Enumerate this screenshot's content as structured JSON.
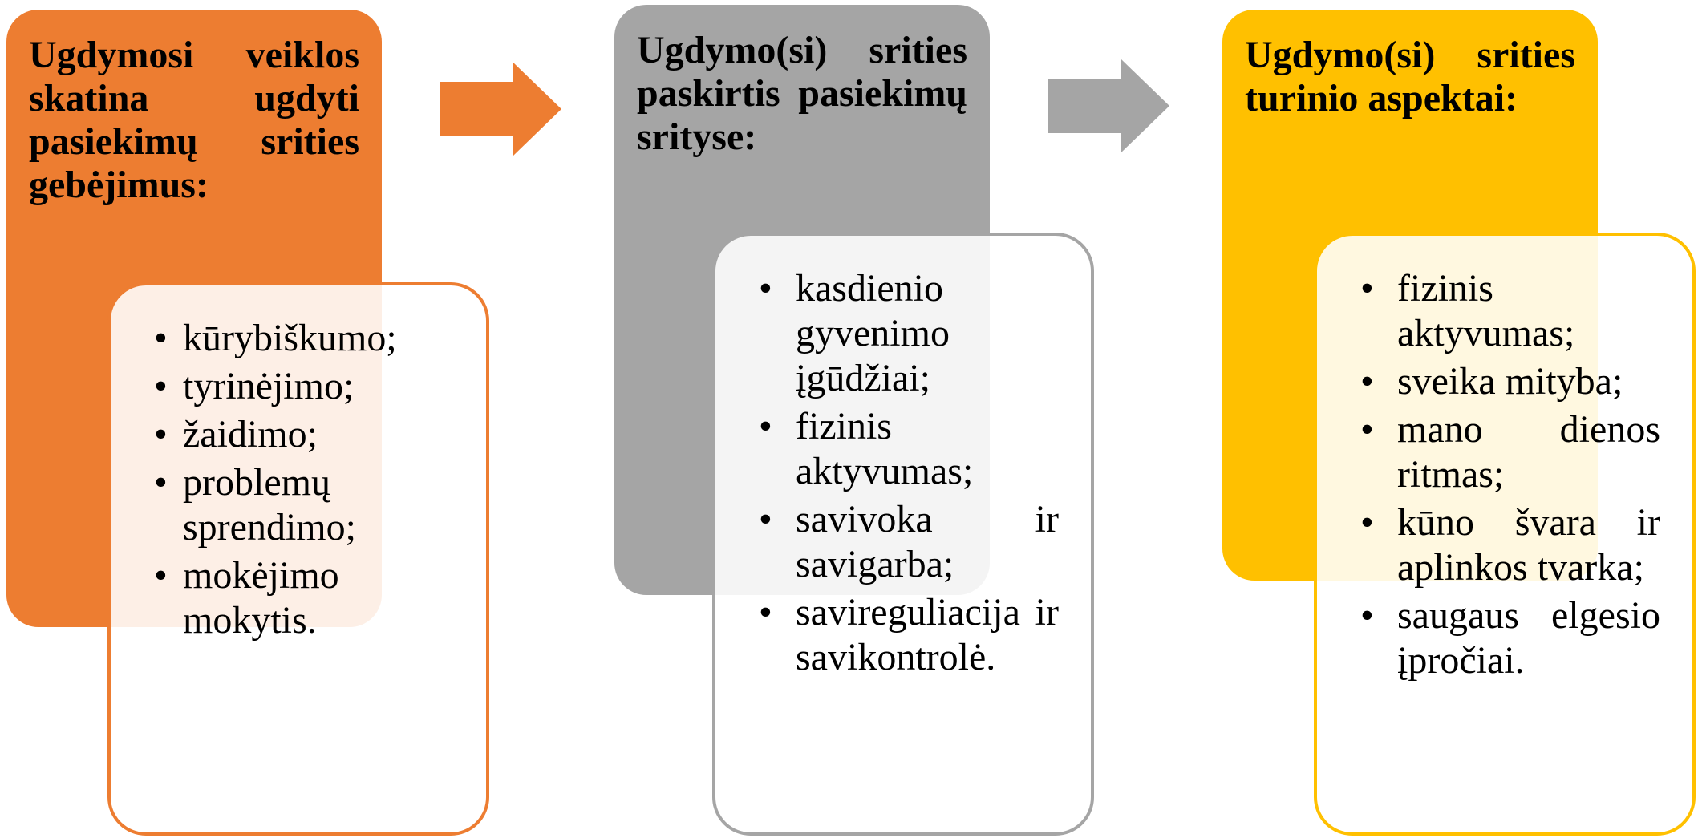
{
  "colors": {
    "orange": "#ED7D31",
    "gray": "#A5A5A5",
    "yellow": "#FFC000"
  },
  "steps": [
    {
      "title": "Ugdymosi veiklos skatina ugdyti pasiekimų srities gebėjimus:",
      "items": [
        "kūrybiškumo;",
        "tyrinėjimo;",
        "žaidimo;",
        "problemų sprendimo;",
        "mokėjimo mokytis."
      ]
    },
    {
      "title": "Ugdymo(si) srities paskirtis pasiekimų srityse:",
      "items": [
        "kasdienio gyvenimo įgūdžiai;",
        "fizinis aktyvumas;",
        "savivoka ir savigarba;",
        "savireguliacija ir savikontrolė."
      ]
    },
    {
      "title": "Ugdymo(si) srities turinio aspektai:",
      "items": [
        "fizinis aktyvumas;",
        "sveika mityba;",
        "mano dienos ritmas;",
        "kūno švara ir aplinkos tvarka;",
        "saugaus elgesio įpročiai."
      ]
    }
  ]
}
